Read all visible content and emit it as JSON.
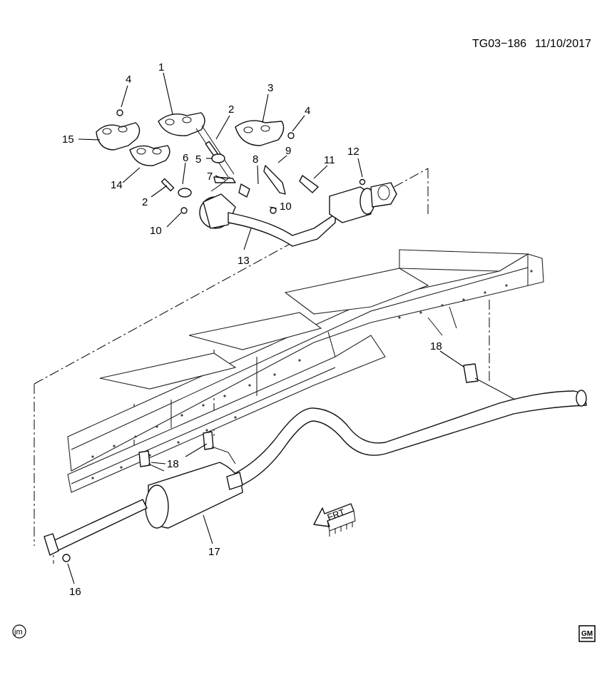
{
  "header": {
    "doc_id": "TG03−186",
    "date": "11/10/2017"
  },
  "callouts": {
    "c1": "1",
    "c2a": "2",
    "c2b": "2",
    "c3": "3",
    "c4a": "4",
    "c4b": "4",
    "c5": "5",
    "c6": "6",
    "c7": "7",
    "c8": "8",
    "c9": "9",
    "c10a": "10",
    "c10b": "10",
    "c11": "11",
    "c12": "12",
    "c13": "13",
    "c14": "14",
    "c15": "15",
    "c16": "16",
    "c17": "17",
    "c18a": "18",
    "c18b": "18"
  },
  "direction_arrow": {
    "label": "FRT"
  },
  "footer": {
    "author_mark": "jm",
    "logo_text": "GM"
  },
  "colors": {
    "ink": "#000000",
    "background": "#ffffff"
  },
  "icons": {
    "direction": "front-arrow-icon",
    "brand": "gm-logo-icon",
    "author": "author-mark-icon"
  }
}
